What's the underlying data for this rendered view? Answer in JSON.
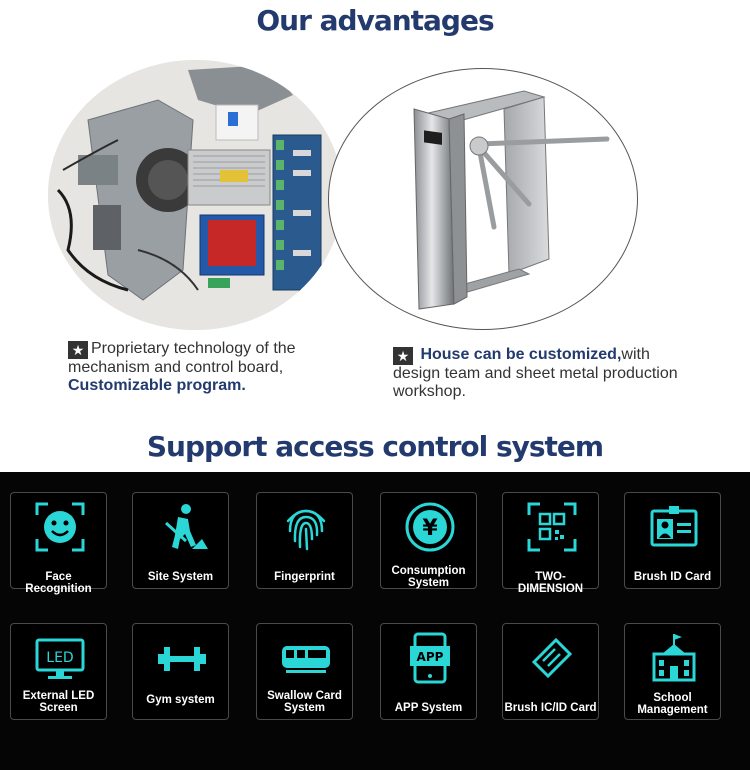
{
  "headings": {
    "advantages": "Our advantages",
    "support": "Support access control system"
  },
  "advantage_left": {
    "text_a": "Proprietary technology of the mechanism and control board,",
    "text_b": "Customizable program."
  },
  "advantage_right": {
    "highlight": "House can be customized,",
    "text_a": "with",
    "text_b": "design team and sheet metal production workshop."
  },
  "systems": [
    {
      "label": "Face Recognition",
      "icon": "face-icon"
    },
    {
      "label": "Site System",
      "icon": "worker-icon"
    },
    {
      "label": "Fingerprint",
      "icon": "fingerprint-icon"
    },
    {
      "label": "Consumption System",
      "icon": "yen-coin-icon"
    },
    {
      "label": "TWO-DIMENSION",
      "icon": "qr-code-icon"
    },
    {
      "label": "Brush ID Card",
      "icon": "id-card-icon"
    },
    {
      "label": "External LED Screen",
      "icon": "led-screen-icon"
    },
    {
      "label": "Gym system",
      "icon": "dumbbell-icon"
    },
    {
      "label": "Swallow Card System",
      "icon": "card-reader-icon"
    },
    {
      "label": "APP System",
      "icon": "app-phone-icon"
    },
    {
      "label": "Brush IC/ID Card",
      "icon": "ticket-card-icon"
    },
    {
      "label": "School Management",
      "icon": "school-icon"
    }
  ],
  "colors": {
    "heading": "#223a6e",
    "icon": "#2ad6d6",
    "panel": "#050505"
  }
}
